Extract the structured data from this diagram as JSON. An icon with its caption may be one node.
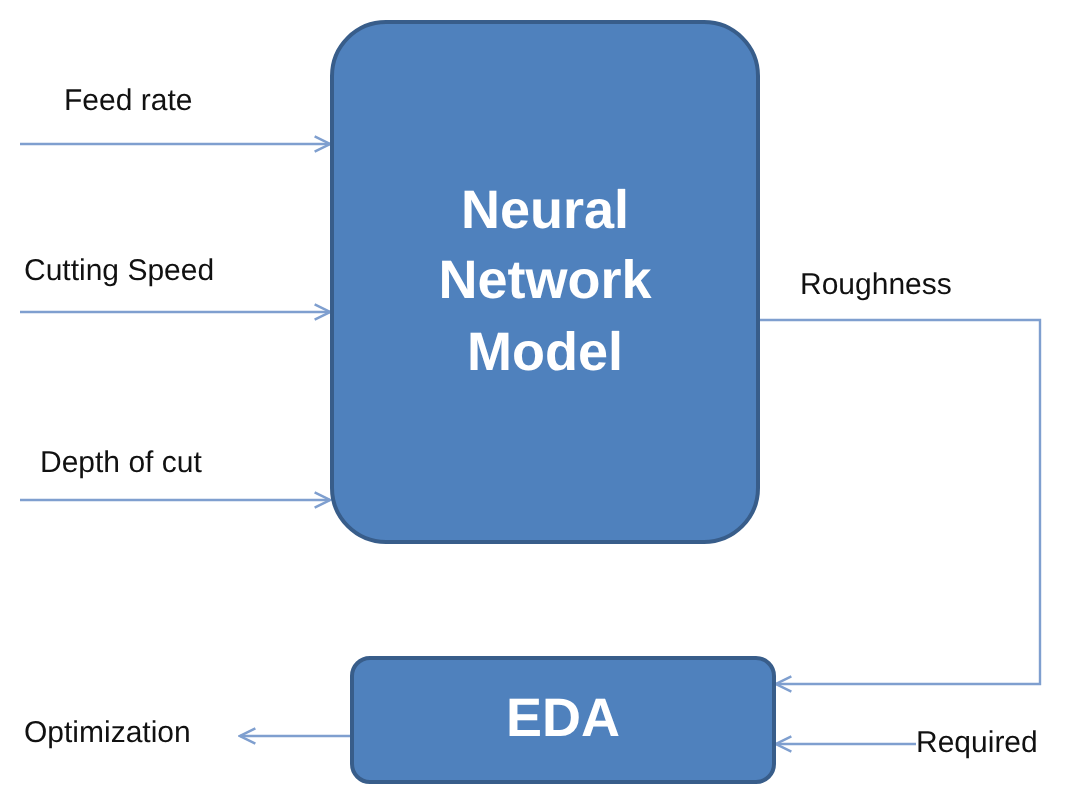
{
  "diagram": {
    "nodes": [
      {
        "text": [
          "Neural Network Model"
        ]
      },
      {
        "text": [
          "EDA"
        ]
      },
      {
        "text": [
          "Optimization"
        ]
      },
      {
        "text": [
          "Required"
        ]
      }
    ],
    "edges": [
      {
        "from": null,
        "to": 0,
        "arrow": "to",
        "label": "Feed rate"
      },
      {
        "from": null,
        "to": 0,
        "arrow": "to",
        "label": "Cutting Speed"
      },
      {
        "from": null,
        "to": 0,
        "arrow": "to",
        "label": "Depth of cut"
      },
      {
        "from": 0,
        "to": 1,
        "arrow": "to",
        "label": "Roughness"
      },
      {
        "from": 1,
        "to": 2,
        "arrow": "to"
      },
      {
        "from": 3,
        "to": 1,
        "arrow": "to"
      }
    ]
  }
}
